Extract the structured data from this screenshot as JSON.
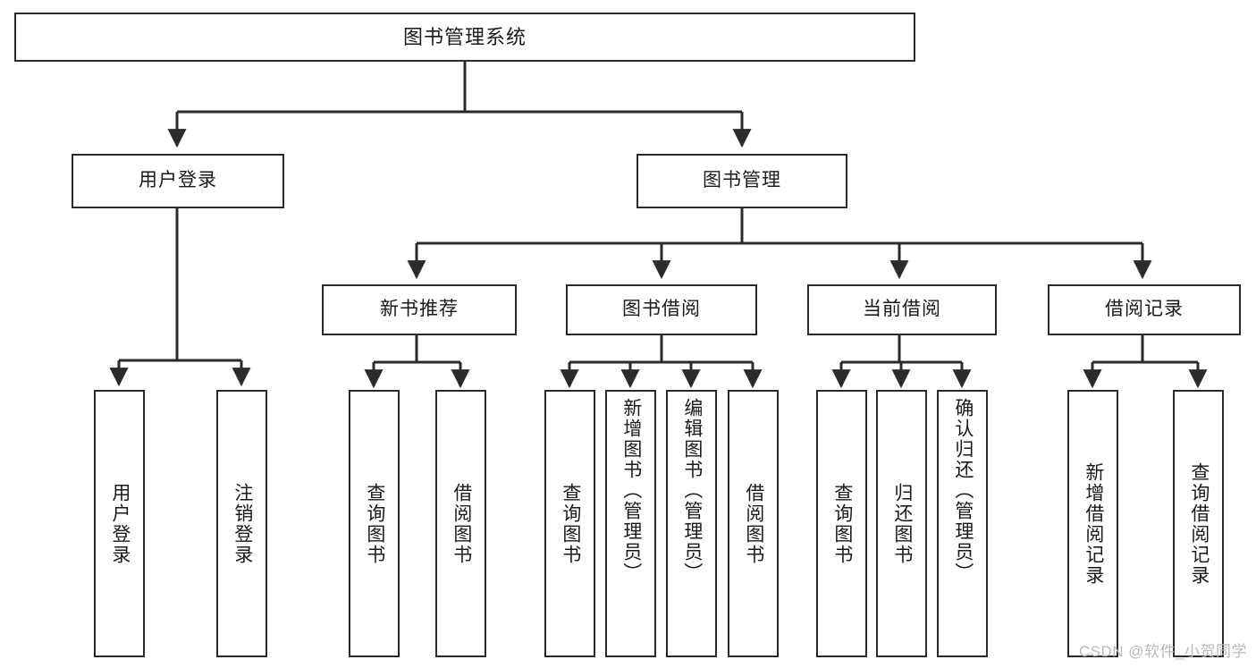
{
  "diagram": {
    "title": "图书管理系统",
    "watermark": "CSDN @软件_小贺同学",
    "root": {
      "label": "图书管理系统"
    },
    "level2": [
      {
        "label": "用户登录"
      },
      {
        "label": "图书管理"
      }
    ],
    "level3": [
      {
        "label": "新书推荐"
      },
      {
        "label": "图书借阅"
      },
      {
        "label": "当前借阅"
      },
      {
        "label": "借阅记录"
      }
    ],
    "leaves": {
      "user_login": [
        {
          "label": "用户登录"
        },
        {
          "label": "注销登录"
        }
      ],
      "new_book_rec": [
        {
          "label": "查询图书"
        },
        {
          "label": "借阅图书"
        }
      ],
      "book_borrow": [
        {
          "label": "查询图书"
        },
        {
          "label": "新增图书（管理员）"
        },
        {
          "label": "编辑图书（管理员）"
        },
        {
          "label": "借阅图书"
        }
      ],
      "current_borrow": [
        {
          "label": "查询图书"
        },
        {
          "label": "归还图书"
        },
        {
          "label": "确认归还（管理员）"
        }
      ],
      "borrow_record": [
        {
          "label": "新增借阅记录"
        },
        {
          "label": "查询借阅记录"
        }
      ]
    },
    "colors": {
      "stroke": "#2b2b2b",
      "fill": "#ffffff",
      "text": "#1a1a1a",
      "watermark": "#b9b9b9"
    }
  }
}
